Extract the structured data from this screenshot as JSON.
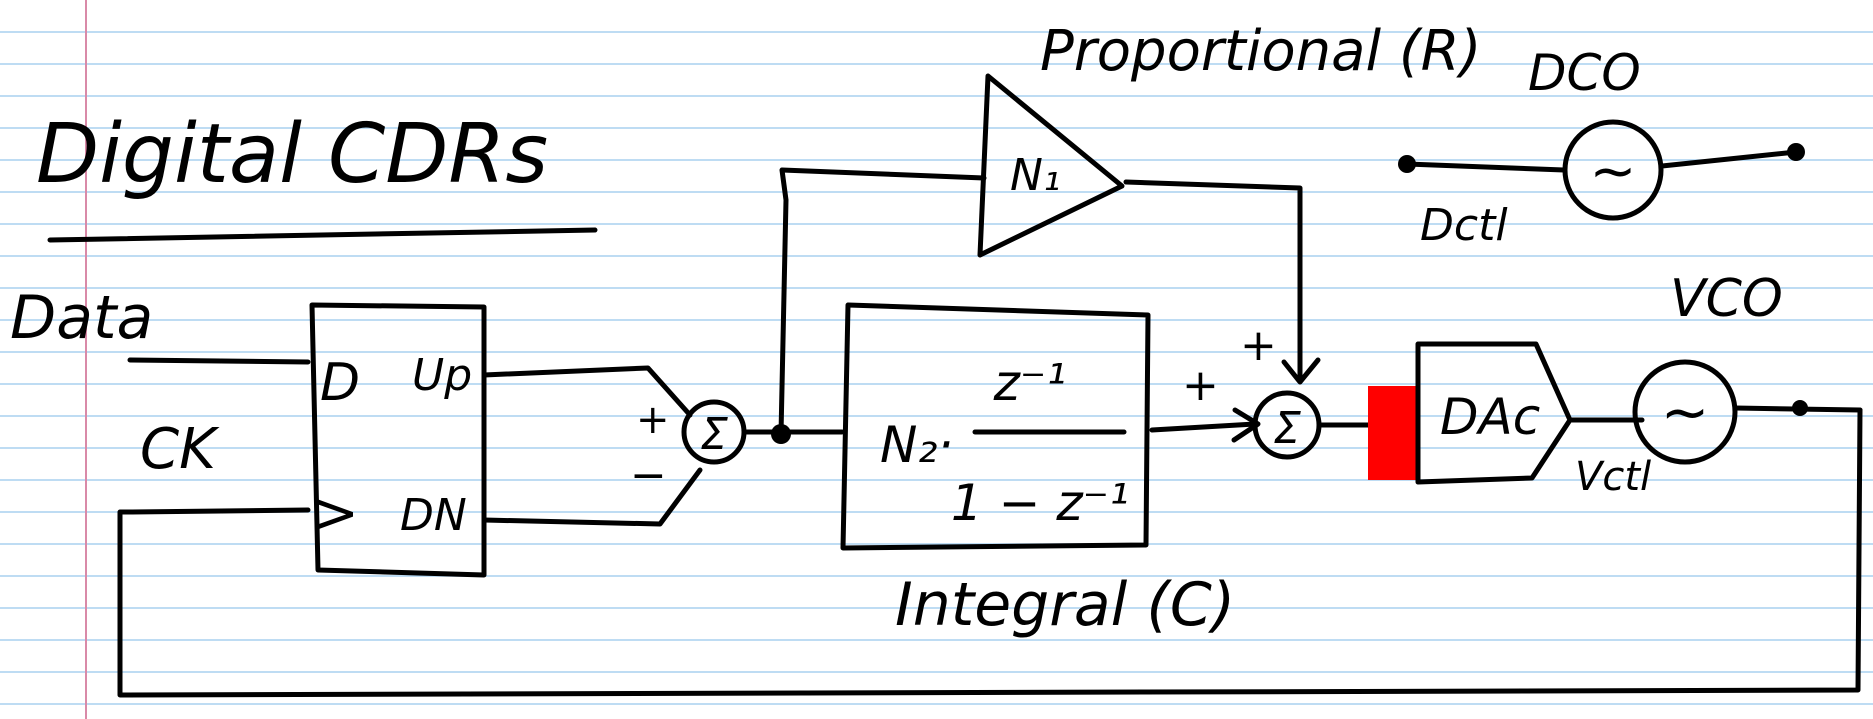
{
  "colors": {
    "paper": "#ffffff",
    "rule_line": "#a9d0ef",
    "margin_line": "#d98aa8",
    "ink": "#000000",
    "highlight": "#ff0000"
  },
  "title": "Digital CDRs",
  "inputs": {
    "data": "Data",
    "clock": "CK"
  },
  "phase_detector": {
    "pin_d": "D",
    "pin_clk": ">",
    "pin_up": "Up",
    "pin_dn": "DN"
  },
  "summer1": {
    "symbol": "Σ",
    "plus": "+",
    "minus": "−"
  },
  "proportional": {
    "label": "Proportional (R)",
    "gain": "N₁"
  },
  "integral": {
    "label": "Integral (C)",
    "gain": "N₂·",
    "numerator": "z⁻¹",
    "denominator": "1 − z⁻¹"
  },
  "summer2": {
    "symbol": "Σ",
    "plus_top": "+",
    "plus_left": "+"
  },
  "dac": {
    "label": "DAc",
    "output": "Vctl"
  },
  "vco": {
    "label": "VCO",
    "symbol": "~"
  },
  "dco": {
    "label": "DCO",
    "control": "Dctl",
    "symbol": "~"
  }
}
